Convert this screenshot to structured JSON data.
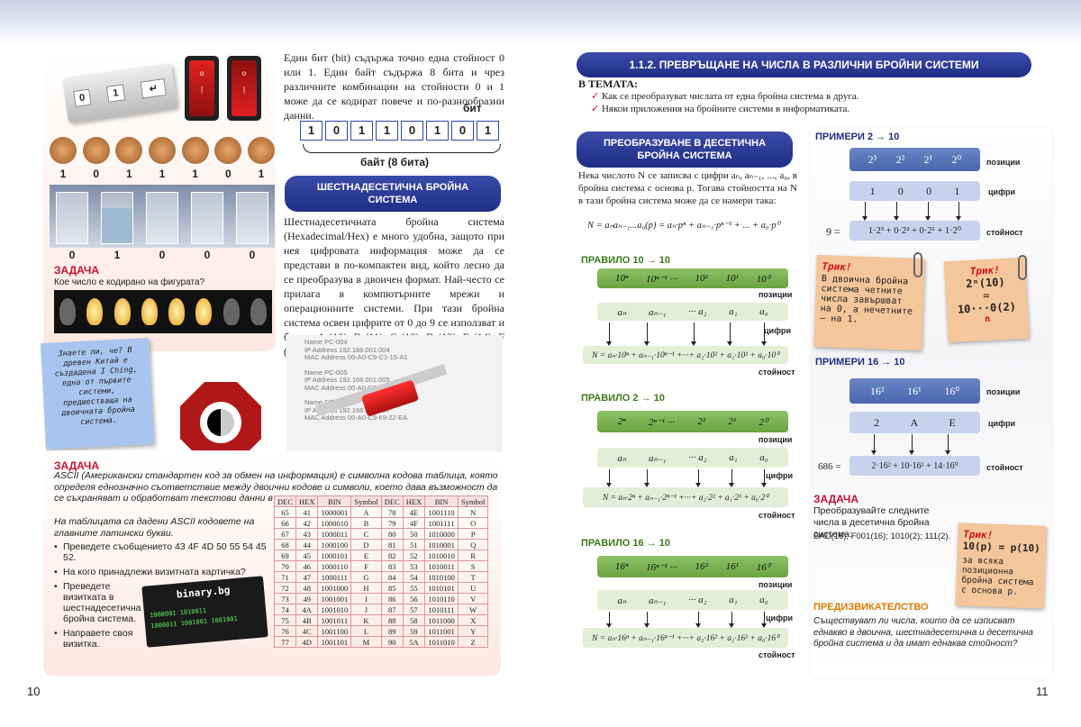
{
  "left": {
    "page_number": "10",
    "intro": "Един бит (bit) съдържа точно една стойност 0 или 1. Един байт съдържа 8 бита и чрез различните комбинации на стойности 0 и 1 може да се кодират повече и по-разнообразни данни.",
    "bit_label": "бит",
    "bits": [
      "1",
      "0",
      "1",
      "1",
      "0",
      "1",
      "0",
      "1"
    ],
    "byte_label": "байт (8 бита)",
    "coins_bits": [
      "1",
      "0",
      "1",
      "1",
      "1",
      "0",
      "1"
    ],
    "glass_bits": [
      "0",
      "1",
      "0",
      "0",
      "0"
    ],
    "task1_title": "ЗАДАЧА",
    "task1_text": "Кое число е кодирано на фигурата?",
    "hex_title": "ШЕСТНАДЕСЕТИЧНА БРОЙНА СИСТЕМА",
    "hex_text": "Шестнадесетичната бройна система (Hexadecimal/Hex) е много удобна, защото при нея цифровата информация може да се представи в по-компактен вид, който лесно да се преобразува в двоичен формат. Най-често се прилага в компютърните мрежи и операционните системи. При тази бройна система освен цифрите от 0 до 9 се използват и букви: A (10), B (11), C (12), D (13), E (14), F (15).",
    "did_you_know": "Знаете ли, че? В древен Китай е създадена I Ching, една от първите системи, предшестваща на двоичната бройна система.",
    "card_lines": [
      "Name PC-004",
      "IP Address 192.168.001.004",
      "MAC Address 00-A0-C9-C1-15-A1",
      "Name PC-005",
      "IP Address 192.168.001.005",
      "MAC Address 00-A0-C9-06-A5-11",
      "Name PC-007",
      "IP Address 192.168.001.007",
      "MAC Address 00-A0-C9-69-22-EA"
    ],
    "task2_title": "ЗАДАЧА",
    "task2_text": "ASCII (Американски стандартен код за обмен на информация) е символна кодова таблица, която определя еднозначно съответствие между двоични кодове и символи, което дава възможност да се съхраняват и обработват текстови данни в компютърните системи.",
    "task2_sub": "На таблицата са дадени ASCII кодовете на главните латински букви.",
    "tasks": [
      "Преведете съобщението 43 4F 4D 50 55 54 45 52.",
      "На кого принадлежи визитната картичка?",
      "Преведете визитката в шестнадесетична бройна система.",
      "Направете своя визитка."
    ],
    "card_title": "binary.bg",
    "card_bin1": "1000001 1010011",
    "card_bin2": "1000011 1001001 1001001",
    "ascii_header": [
      "DEC",
      "HEX",
      "BIN",
      "Symbol",
      "DEC",
      "HEX",
      "BIN",
      "Symbol"
    ],
    "ascii_rows": [
      [
        "65",
        "41",
        "1000001",
        "A",
        "78",
        "4E",
        "1001110",
        "N"
      ],
      [
        "66",
        "42",
        "1000010",
        "B",
        "79",
        "4F",
        "1001111",
        "O"
      ],
      [
        "67",
        "43",
        "1000011",
        "C",
        "80",
        "50",
        "1010000",
        "P"
      ],
      [
        "68",
        "44",
        "1000100",
        "D",
        "81",
        "51",
        "1010001",
        "Q"
      ],
      [
        "69",
        "45",
        "1000101",
        "E",
        "82",
        "52",
        "1010010",
        "R"
      ],
      [
        "70",
        "46",
        "1000110",
        "F",
        "83",
        "53",
        "1010011",
        "S"
      ],
      [
        "71",
        "47",
        "1000111",
        "G",
        "84",
        "54",
        "1010100",
        "T"
      ],
      [
        "72",
        "48",
        "1001000",
        "H",
        "85",
        "55",
        "1010101",
        "U"
      ],
      [
        "73",
        "49",
        "1001001",
        "I",
        "86",
        "56",
        "1010110",
        "V"
      ],
      [
        "74",
        "4A",
        "1001010",
        "J",
        "87",
        "57",
        "1010111",
        "W"
      ],
      [
        "75",
        "4B",
        "1001011",
        "K",
        "88",
        "58",
        "1011000",
        "X"
      ],
      [
        "76",
        "4C",
        "1001100",
        "L",
        "89",
        "59",
        "1011001",
        "Y"
      ],
      [
        "77",
        "4D",
        "1001101",
        "M",
        "90",
        "5A",
        "1011010",
        "Z"
      ]
    ]
  },
  "right": {
    "page_number": "11",
    "section_title": "1.1.2. ПРЕВРЪЩАНЕ НА ЧИСЛА В РАЗЛИЧНИ БРОЙНИ СИСТЕМИ",
    "in_topic": "В ТЕМАТА:",
    "topic_items": [
      "Как се преобразуват числата от една бройна система в друга.",
      "Някои приложения на бройните системи в информатиката."
    ],
    "conv_title": "ПРЕОБРАЗУВАНЕ В ДЕСЕТИЧНА БРОЙНА СИСТЕМА",
    "conv_text": "Нека числото N се записва с цифри aₙ, aₙ₋₁, ..., a₀, в бройна система с основа p. Тогава стойността на N в тази бройна система може да се намери така:",
    "formula": "N = aₙaₙ₋₁...a₀(p) = aₙ·pⁿ + aₙ₋₁·pⁿ⁻¹ + ... + a₀·p⁰",
    "rule10": "ПРАВИЛО 10 → 10",
    "rule2": "ПРАВИЛО 2 → 10",
    "rule16": "ПРАВИЛО 16 → 10",
    "pos_label": "позиции",
    "dig_label": "цифри",
    "val_label": "стойност",
    "r10_pos": [
      "10ⁿ",
      "10ⁿ⁻¹ ···",
      "10²",
      "10¹",
      "10⁰"
    ],
    "r2_pos": [
      "2ⁿ",
      "2ⁿ⁻¹ ···",
      "2²",
      "2¹",
      "2⁰"
    ],
    "r16_pos": [
      "16ⁿ",
      "16ⁿ⁻¹ ···",
      "16²",
      "16¹",
      "16⁰"
    ],
    "digits": [
      "aₙ",
      "aₙ₋₁",
      "··· a₂",
      "a₁",
      "a₀"
    ],
    "r10_val": "N = aₙ·10ⁿ + aₙ₋₁·10ⁿ⁻¹ +···+ a₂·10² + a₁·10¹ + a₀·10⁰",
    "r2_val": "N = aₙ·2ⁿ + aₙ₋₁·2ⁿ⁻¹ +···+ a₂·2² + a₁·2¹ + a₀·2⁰",
    "r16_val": "N = aₙ·16ⁿ + aₙ₋₁·16ⁿ⁻¹ +···+ a₂·16² + a₁·16¹ + a₀·16⁰",
    "ex2_title": "ПРИМЕРИ 2 → 10",
    "ex2_pos": [
      "2³",
      "2²",
      "2¹",
      "2⁰"
    ],
    "ex2_dig": [
      "1",
      "0",
      "0",
      "1"
    ],
    "ex2_left": "9 =",
    "ex2_val": "1·2³ + 0·2² + 0·2¹ + 1·2⁰",
    "ex16_title": "ПРИМЕРИ 16 → 10",
    "ex16_pos": [
      "16²",
      "16¹",
      "16⁰"
    ],
    "ex16_dig": [
      "2",
      "A",
      "E"
    ],
    "ex16_left": "686 =",
    "ex16_val": "2·16² + 10·16¹ + 14·16⁰",
    "trick1_title": "Трик!",
    "trick1_text": "В двоична бройна система четните числа завършват на 0, а нечетните – на 1.",
    "trick2_title": "Трик!",
    "trick2_a": "2ⁿ(10)",
    "trick2_eq": "=",
    "trick2_b": "10···0(2)",
    "trick2_n": "n",
    "trick3_title": "Трик!",
    "trick3_formula": "10(p) = p(10)",
    "trick3_text": "за всяка позиционна бройна система с основа p.",
    "task_title": "ЗАДАЧА",
    "task_text": "Преобразувайте следните числа в десетична бройна система:",
    "task_numbers": "BAD(16); F001(16); 1010(2); 111(2).",
    "challenge_title": "ПРЕДИЗВИКАТЕЛСТВО",
    "challenge_text": "Съществуват ли числа, които да се изписват еднакво в двоична, шестнадесетична и десетична бройна система и да имат еднаква стойност?"
  },
  "colors": {
    "accent_blue": "#1f2e86",
    "task_red": "#c8102e",
    "rule_green": "#3b7a1a",
    "note_orange": "#f4c69b"
  }
}
